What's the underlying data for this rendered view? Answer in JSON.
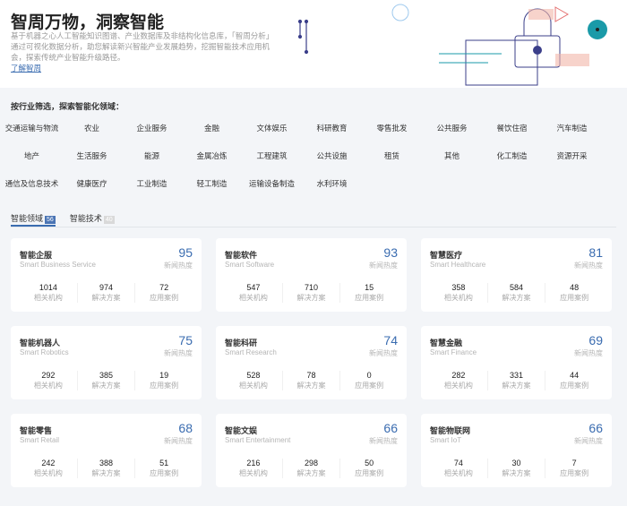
{
  "hero": {
    "title": "智周万物，洞察智能",
    "description": "基于机器之心人工智能知识图谱、产业数据库及非结构化信息库，「智周分析」通过可视化数据分析，助您解读新兴智能产业发展趋势，挖掘智能技术应用机会，探索传统产业智能升级路径。",
    "link": "了解智周"
  },
  "filter": {
    "title": "按行业筛选，探索智能化领域：",
    "tags": [
      "交通运输与物流",
      "农业",
      "企业服务",
      "金融",
      "文体娱乐",
      "科研教育",
      "零售批发",
      "公共服务",
      "餐饮住宿",
      "汽车制造",
      "地产",
      "生活服务",
      "能源",
      "金属冶炼",
      "工程建筑",
      "公共设施",
      "租赁",
      "其他",
      "化工制造",
      "资源开采",
      "通信及信息技术",
      "健康医疗",
      "工业制造",
      "轻工制造",
      "运输设备制造",
      "水利环境"
    ]
  },
  "tabs": [
    {
      "label": "智能领域",
      "count": "56"
    },
    {
      "label": "智能技术",
      "count": "40"
    }
  ],
  "labels": {
    "score": "新闻热度",
    "orgs": "相关机构",
    "solutions": "解决方案",
    "cases": "应用案例"
  },
  "cards": [
    {
      "name": "智能企服",
      "en": "Smart Business Service",
      "score": "95",
      "orgs": "1014",
      "solutions": "974",
      "cases": "72"
    },
    {
      "name": "智能软件",
      "en": "Smart Software",
      "score": "93",
      "orgs": "547",
      "solutions": "710",
      "cases": "15"
    },
    {
      "name": "智慧医疗",
      "en": "Smart Healthcare",
      "score": "81",
      "orgs": "358",
      "solutions": "584",
      "cases": "48"
    },
    {
      "name": "智能机器人",
      "en": "Smart Robotics",
      "score": "75",
      "orgs": "292",
      "solutions": "385",
      "cases": "19"
    },
    {
      "name": "智能科研",
      "en": "Smart Research",
      "score": "74",
      "orgs": "528",
      "solutions": "78",
      "cases": "0"
    },
    {
      "name": "智慧金融",
      "en": "Smart Finance",
      "score": "69",
      "orgs": "282",
      "solutions": "331",
      "cases": "44"
    },
    {
      "name": "智能零售",
      "en": "Smart Retail",
      "score": "68",
      "orgs": "242",
      "solutions": "388",
      "cases": "51"
    },
    {
      "name": "智能文娱",
      "en": "Smart Entertainment",
      "score": "66",
      "orgs": "216",
      "solutions": "298",
      "cases": "50"
    },
    {
      "name": "智能物联网",
      "en": "Smart IoT",
      "score": "66",
      "orgs": "74",
      "solutions": "30",
      "cases": "7"
    }
  ],
  "colors": {
    "accent": "#3a6cb0",
    "background": "#f3f5f8",
    "teal": "#1a9aa8"
  }
}
